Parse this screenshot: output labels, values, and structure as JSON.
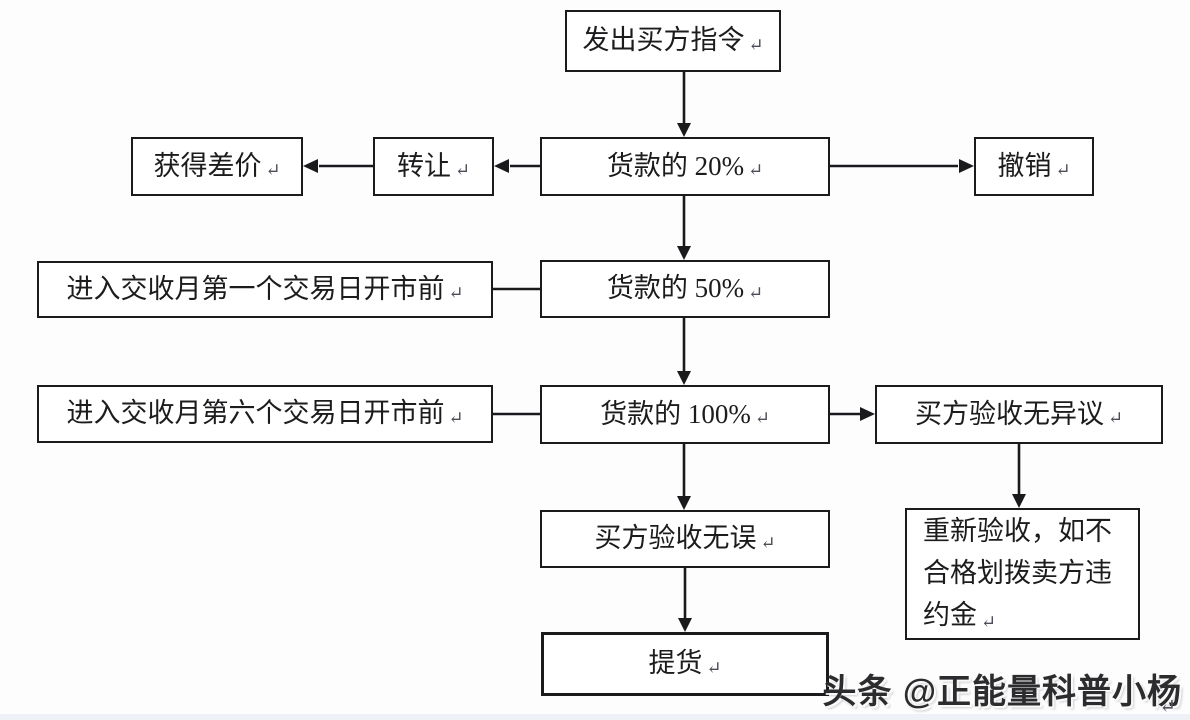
{
  "diagram": {
    "return_mark": "↵",
    "nodes": {
      "issue_order": {
        "label": "发出买方指令"
      },
      "get_spread": {
        "label": "获得差价"
      },
      "transfer": {
        "label": "转让"
      },
      "payment_20": {
        "label": "货款的 20%"
      },
      "cancel": {
        "label": "撤销"
      },
      "first_day": {
        "label": "进入交收月第一个交易日开市前"
      },
      "payment_50": {
        "label": "货款的 50%"
      },
      "sixth_day": {
        "label": "进入交收月第六个交易日开市前"
      },
      "payment_100": {
        "label": "货款的 100%"
      },
      "no_objection": {
        "label": "买方验收无异议"
      },
      "inspect_ok": {
        "label": "买方验收无误"
      },
      "reinspect": {
        "label": "重新验收，如不合格划拨卖方违约金",
        "lines": [
          "重新验收，如不",
          "合格划拨卖方违",
          "约金"
        ]
      },
      "pickup": {
        "label": "提货"
      }
    },
    "edges": [
      {
        "from": "issue_order",
        "to": "payment_20",
        "arrow": true
      },
      {
        "from": "payment_20",
        "to": "transfer",
        "arrow": true
      },
      {
        "from": "transfer",
        "to": "get_spread",
        "arrow": true
      },
      {
        "from": "payment_20",
        "to": "cancel",
        "arrow": true
      },
      {
        "from": "payment_20",
        "to": "payment_50",
        "arrow": true
      },
      {
        "from": "first_day",
        "to": "payment_50",
        "arrow": false
      },
      {
        "from": "payment_50",
        "to": "payment_100",
        "arrow": true
      },
      {
        "from": "sixth_day",
        "to": "payment_100",
        "arrow": false
      },
      {
        "from": "payment_100",
        "to": "no_objection",
        "arrow": true
      },
      {
        "from": "payment_100",
        "to": "inspect_ok",
        "arrow": true
      },
      {
        "from": "no_objection",
        "to": "reinspect",
        "arrow": true
      },
      {
        "from": "inspect_ok",
        "to": "pickup",
        "arrow": true
      }
    ],
    "watermark": "头条 @正能量科普小杨",
    "colors": {
      "line": "#1a1a1c",
      "box_border": "#1b1b1d",
      "background": "#fdfdfe",
      "watermark": "#2c2c2e"
    }
  }
}
